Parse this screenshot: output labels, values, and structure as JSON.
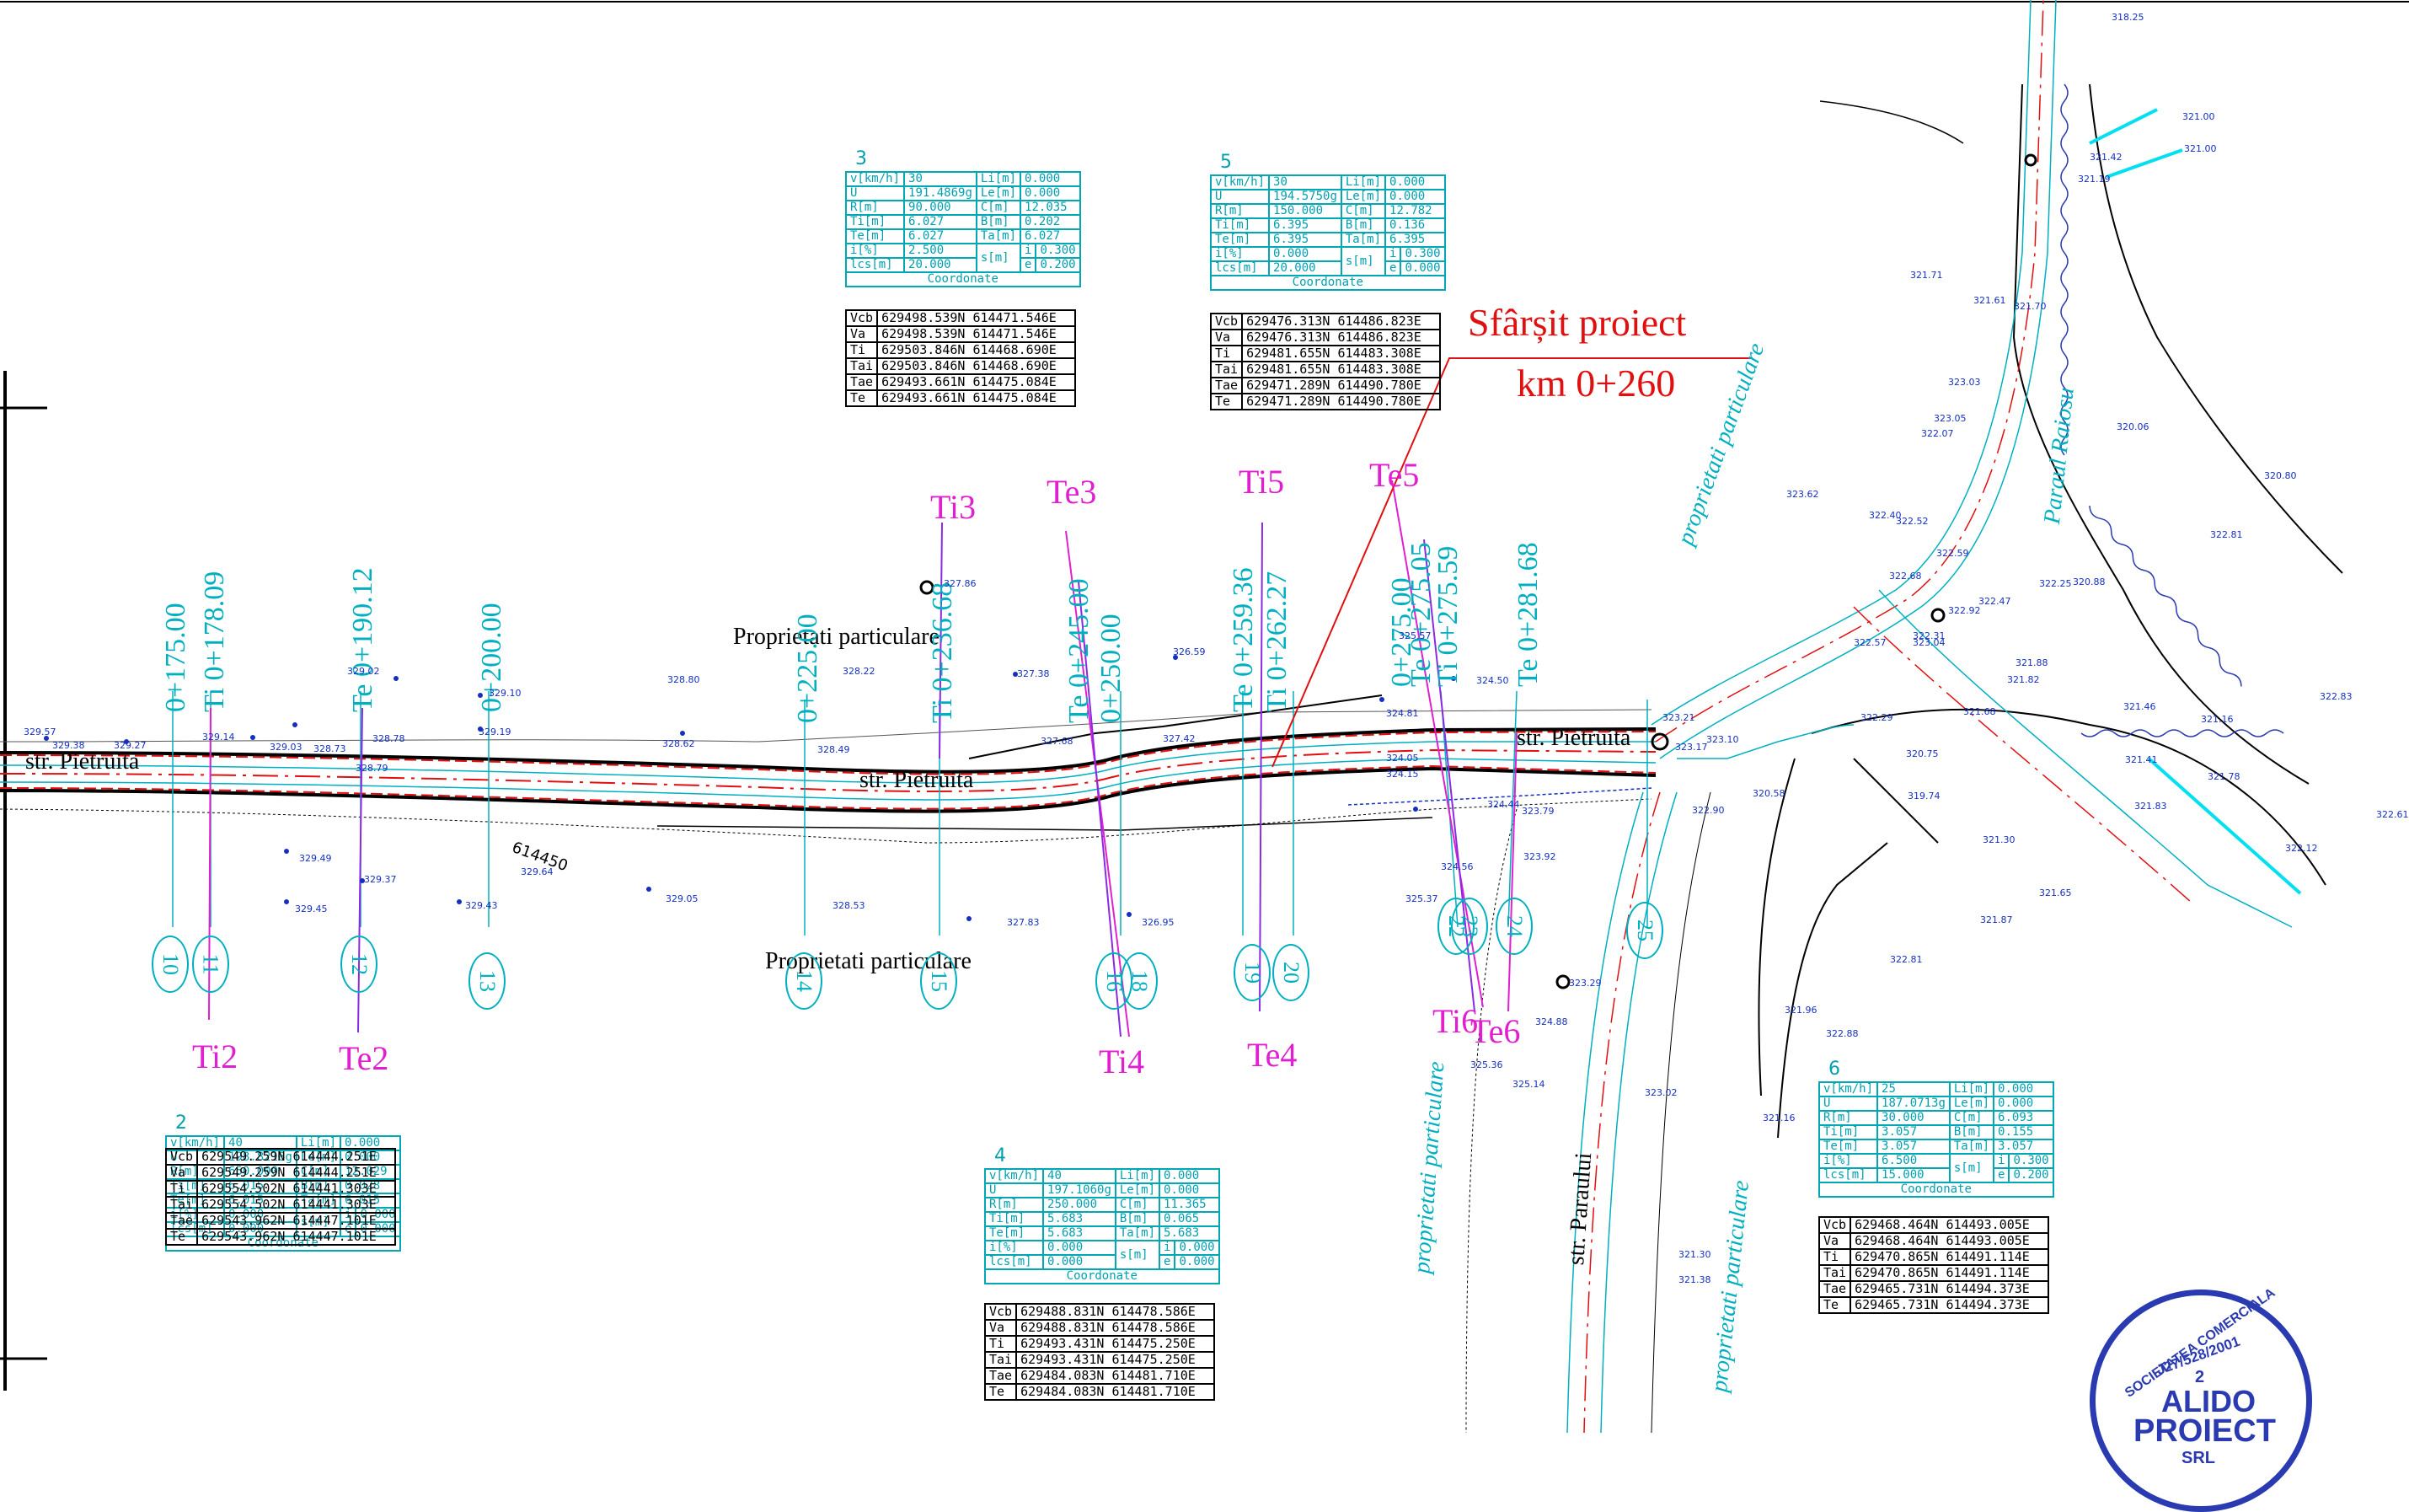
{
  "sheet": {
    "project_end_title": "Sfârșit proiect",
    "project_end_km": "km 0+260",
    "streets": [
      "str. Pietruita",
      "str. Pietruita",
      "str. Pietruita",
      "str. Paraului"
    ],
    "property_labels": [
      "Proprietati particulare",
      "Proprietati particulare",
      "proprietati particulare",
      "proprietati particulare",
      "proprietati particulare"
    ],
    "stream_label": "Paraul Raiosu",
    "rotated_code": "614450",
    "stamp": {
      "line1": "SOCIETATEA COMERCIALA",
      "line2": "J27/528/2001",
      "line3": "2",
      "line4": "ALIDO",
      "line5": "PROIECT",
      "line6": "SRL"
    }
  },
  "point_labels": [
    "Ti2",
    "Te2",
    "Ti3",
    "Te3",
    "Ti4",
    "Ti5",
    "Te4",
    "Te5",
    "Ti6",
    "Te6"
  ],
  "chainages": [
    "0+175.00",
    "Ti 0+178.09",
    "Te 0+190.12",
    "0+200.00",
    "0+225.00",
    "Ti 0+236.68",
    "Te 0+245.00",
    "0+250.00",
    "Te 0+259.36",
    "Ti 0+262.27",
    "0+275.00",
    "Te 0+275.05",
    "Ti 0+275.59",
    "Te 0+281.68"
  ],
  "profile_numbers": [
    "10",
    "11",
    "12",
    "13",
    "14",
    "15",
    "16",
    "18",
    "19",
    "20",
    "22",
    "23",
    "24",
    "25"
  ],
  "elevations": [
    "329.57",
    "329.38",
    "329.27",
    "329.14",
    "329.03",
    "328.73",
    "328.78",
    "328.79",
    "329.02",
    "329.10",
    "329.19",
    "328.62",
    "328.80",
    "328.22",
    "328.49",
    "327.86",
    "327.38",
    "327.68",
    "326.59",
    "327.42",
    "325.57",
    "324.81",
    "324.50",
    "324.05",
    "324.15",
    "324.44",
    "323.79",
    "323.92",
    "323.29",
    "324.88",
    "324.56",
    "325.37",
    "325.36",
    "325.14",
    "329.49",
    "329.37",
    "329.45",
    "329.43",
    "329.64",
    "329.05",
    "328.53",
    "327.83",
    "326.95",
    "323.02",
    "321.30",
    "321.38",
    "318.25",
    "321.00",
    "321.00",
    "321.42",
    "321.19",
    "321.71",
    "321.61",
    "321.70",
    "323.03",
    "323.05",
    "322.07",
    "323.62",
    "322.40",
    "322.52",
    "322.59",
    "322.68",
    "322.47",
    "322.92",
    "323.04",
    "322.57",
    "322.31",
    "321.88",
    "321.82",
    "322.29",
    "321.68",
    "320.75",
    "319.74",
    "321.30",
    "321.65",
    "321.87",
    "322.81",
    "321.96",
    "322.88",
    "321.16",
    "321.83",
    "321.78",
    "322.12",
    "322.61",
    "322.83",
    "321.46",
    "321.41",
    "321.16",
    "322.81",
    "320.80",
    "320.88",
    "320.06",
    "322.25",
    "323.21",
    "323.17",
    "323.10",
    "322.90",
    "320.58"
  ],
  "tables": [
    {
      "num": "2",
      "params": [
        [
          "v[km/h]",
          "40",
          "Li[m]",
          "0.000"
        ],
        [
          "U",
          "198.8218g",
          "Le[m]",
          "0.000"
        ],
        [
          "R[m]",
          "650.000",
          "C[m]",
          "12.029"
        ],
        [
          "Ti[m]",
          "6.015",
          "B[m]",
          "0.028"
        ],
        [
          "Te[m]",
          "6.015",
          "Ta[m]",
          "6.015"
        ],
        [
          "i[%]",
          "0.000",
          "s[m]",
          "i",
          "0.000"
        ],
        [
          "lcs[m]",
          "0.000",
          "",
          "e",
          "0.000"
        ]
      ],
      "coord_title": "Coordonate",
      "coords": [
        [
          "Vcb",
          "629549.259N 614444.251E"
        ],
        [
          "Va",
          "629549.259N 614444.251E"
        ],
        [
          "Ti",
          "629554.502N 614441.303E"
        ],
        [
          "Tai",
          "629554.502N 614441.303E"
        ],
        [
          "Tae",
          "629543.962N 614447.101E"
        ],
        [
          "Te",
          "629543.962N 614447.101E"
        ]
      ]
    },
    {
      "num": "3",
      "params": [
        [
          "v[km/h]",
          "30",
          "Li[m]",
          "0.000"
        ],
        [
          "U",
          "191.4869g",
          "Le[m]",
          "0.000"
        ],
        [
          "R[m]",
          "90.000",
          "C[m]",
          "12.035"
        ],
        [
          "Ti[m]",
          "6.027",
          "B[m]",
          "0.202"
        ],
        [
          "Te[m]",
          "6.027",
          "Ta[m]",
          "6.027"
        ],
        [
          "i[%]",
          "2.500",
          "s[m]",
          "i",
          "0.300"
        ],
        [
          "lcs[m]",
          "20.000",
          "",
          "e",
          "0.200"
        ]
      ],
      "coord_title": "Coordonate",
      "coords": [
        [
          "Vcb",
          "629498.539N 614471.546E"
        ],
        [
          "Va",
          "629498.539N 614471.546E"
        ],
        [
          "Ti",
          "629503.846N 614468.690E"
        ],
        [
          "Tai",
          "629503.846N 614468.690E"
        ],
        [
          "Tae",
          "629493.661N 614475.084E"
        ],
        [
          "Te",
          "629493.661N 614475.084E"
        ]
      ]
    },
    {
      "num": "4",
      "params": [
        [
          "v[km/h]",
          "40",
          "Li[m]",
          "0.000"
        ],
        [
          "U",
          "197.1060g",
          "Le[m]",
          "0.000"
        ],
        [
          "R[m]",
          "250.000",
          "C[m]",
          "11.365"
        ],
        [
          "Ti[m]",
          "5.683",
          "B[m]",
          "0.065"
        ],
        [
          "Te[m]",
          "5.683",
          "Ta[m]",
          "5.683"
        ],
        [
          "i[%]",
          "0.000",
          "s[m]",
          "i",
          "0.000"
        ],
        [
          "lcs[m]",
          "0.000",
          "",
          "e",
          "0.000"
        ]
      ],
      "coord_title": "Coordonate",
      "coords": [
        [
          "Vcb",
          "629488.831N 614478.586E"
        ],
        [
          "Va",
          "629488.831N 614478.586E"
        ],
        [
          "Ti",
          "629493.431N 614475.250E"
        ],
        [
          "Tai",
          "629493.431N 614475.250E"
        ],
        [
          "Tae",
          "629484.083N 614481.710E"
        ],
        [
          "Te",
          "629484.083N 614481.710E"
        ]
      ]
    },
    {
      "num": "5",
      "params": [
        [
          "v[km/h]",
          "30",
          "Li[m]",
          "0.000"
        ],
        [
          "U",
          "194.5750g",
          "Le[m]",
          "0.000"
        ],
        [
          "R[m]",
          "150.000",
          "C[m]",
          "12.782"
        ],
        [
          "Ti[m]",
          "6.395",
          "B[m]",
          "0.136"
        ],
        [
          "Te[m]",
          "6.395",
          "Ta[m]",
          "6.395"
        ],
        [
          "i[%]",
          "0.000",
          "s[m]",
          "i",
          "0.300"
        ],
        [
          "lcs[m]",
          "20.000",
          "",
          "e",
          "0.000"
        ]
      ],
      "coord_title": "Coordonate",
      "coords": [
        [
          "Vcb",
          "629476.313N 614486.823E"
        ],
        [
          "Va",
          "629476.313N 614486.823E"
        ],
        [
          "Ti",
          "629481.655N 614483.308E"
        ],
        [
          "Tai",
          "629481.655N 614483.308E"
        ],
        [
          "Tae",
          "629471.289N 614490.780E"
        ],
        [
          "Te",
          "629471.289N 614490.780E"
        ]
      ]
    },
    {
      "num": "6",
      "params": [
        [
          "v[km/h]",
          "25",
          "Li[m]",
          "0.000"
        ],
        [
          "U",
          "187.0713g",
          "Le[m]",
          "0.000"
        ],
        [
          "R[m]",
          "30.000",
          "C[m]",
          "6.093"
        ],
        [
          "Ti[m]",
          "3.057",
          "B[m]",
          "0.155"
        ],
        [
          "Te[m]",
          "3.057",
          "Ta[m]",
          "3.057"
        ],
        [
          "i[%]",
          "6.500",
          "s[m]",
          "i",
          "0.300"
        ],
        [
          "lcs[m]",
          "15.000",
          "",
          "e",
          "0.200"
        ]
      ],
      "coord_title": "Coordonate",
      "coords": [
        [
          "Vcb",
          "629468.464N 614493.005E"
        ],
        [
          "Va",
          "629468.464N 614493.005E"
        ],
        [
          "Ti",
          "629470.865N 614491.114E"
        ],
        [
          "Tai",
          "629470.865N 614491.114E"
        ],
        [
          "Tae",
          "629465.731N 614494.373E"
        ],
        [
          "Te",
          "629465.731N 614494.373E"
        ]
      ]
    }
  ]
}
